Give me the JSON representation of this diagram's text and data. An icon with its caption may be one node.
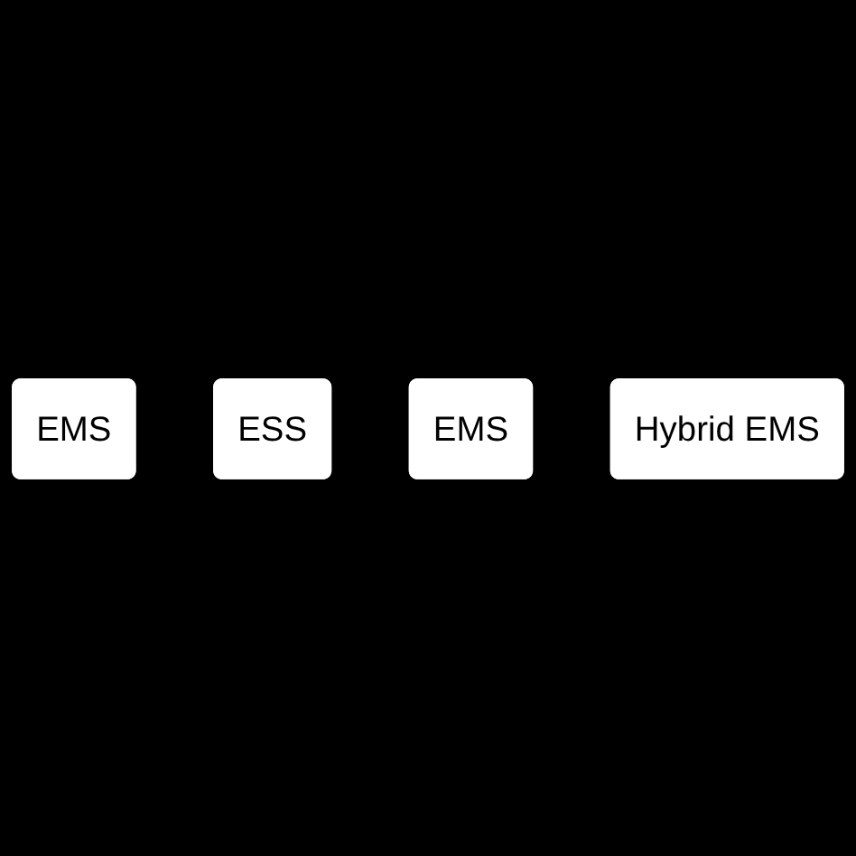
{
  "diagram": {
    "nodes": [
      {
        "text": [
          "EMS"
        ]
      },
      {
        "text": [
          "ESS"
        ]
      },
      {
        "text": [
          "EMS"
        ]
      },
      {
        "text": [
          "Hybrid EMS"
        ]
      }
    ]
  }
}
